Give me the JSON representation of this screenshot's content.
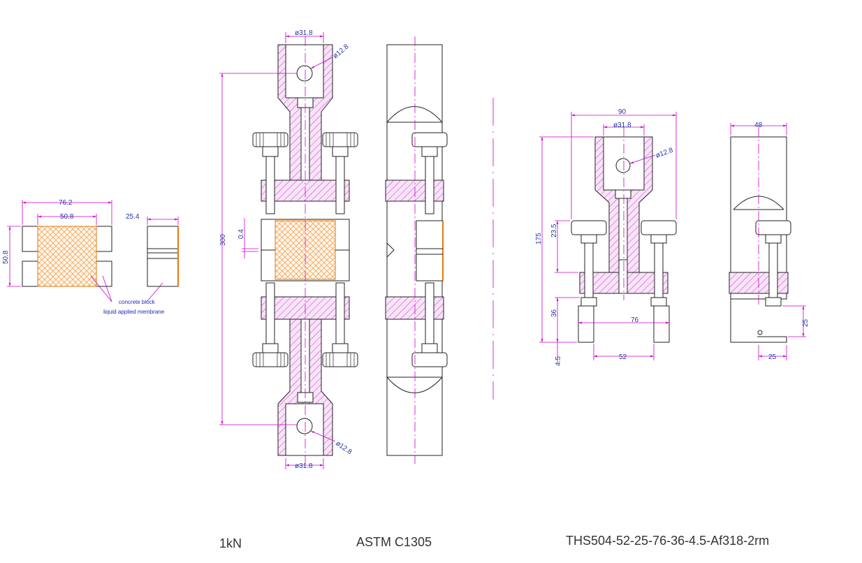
{
  "colors": {
    "outline": "#222222",
    "dimension": "#cc00cc",
    "dim_text": "#2233aa",
    "hatch": "#cc33cc",
    "membrane": "#e07a10",
    "concrete_hatch": "#f0b070"
  },
  "specimen": {
    "dims": {
      "overall_width": "76.2",
      "block_width": "50.8",
      "height": "50.8",
      "side_width": "25.4"
    },
    "labels": {
      "concrete_block": "concrete block",
      "membrane": "liquid applied membrane"
    }
  },
  "front_view": {
    "dims": {
      "top_dia": "ø31.8",
      "top_pin": "ø12.8",
      "bottom_dia": "ø31.8",
      "bottom_pin": "ø12.8",
      "length": "300",
      "gap": "0.4"
    }
  },
  "clamp_view": {
    "dims": {
      "width": "90",
      "dia": "ø31.8",
      "pin": "ø12.8",
      "height": "175",
      "top_offset": "23.5",
      "grip": "36",
      "base": "4.5",
      "span": "76",
      "inner": "52"
    }
  },
  "side_clamp_view": {
    "dims": {
      "width": "48",
      "foot_height": "25",
      "foot_width": "25"
    }
  },
  "captions": {
    "load": "1kN",
    "standard": "ASTM  C1305",
    "model": "THS504-52-25-76-36-4.5-Af318-2rm"
  }
}
